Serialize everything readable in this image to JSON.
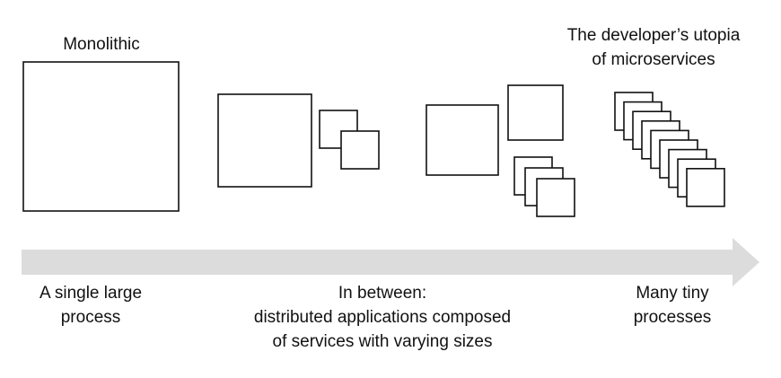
{
  "diagram": {
    "top_labels": {
      "monolithic": "Monolithic",
      "utopia_line1": "The developer’s utopia",
      "utopia_line2": "of microservices"
    },
    "bottom_labels": {
      "left_line1": "A single large",
      "left_line2": "process",
      "middle_line1": "In between:",
      "middle_line2": "distributed applications composed",
      "middle_line3": "of services with varying sizes",
      "right_line1": "Many tiny",
      "right_line2": "processes"
    },
    "colors": {
      "arrow": "#dcdcdc",
      "box_stroke": "#111111",
      "box_fill": "#ffffff",
      "text": "#111111"
    }
  }
}
